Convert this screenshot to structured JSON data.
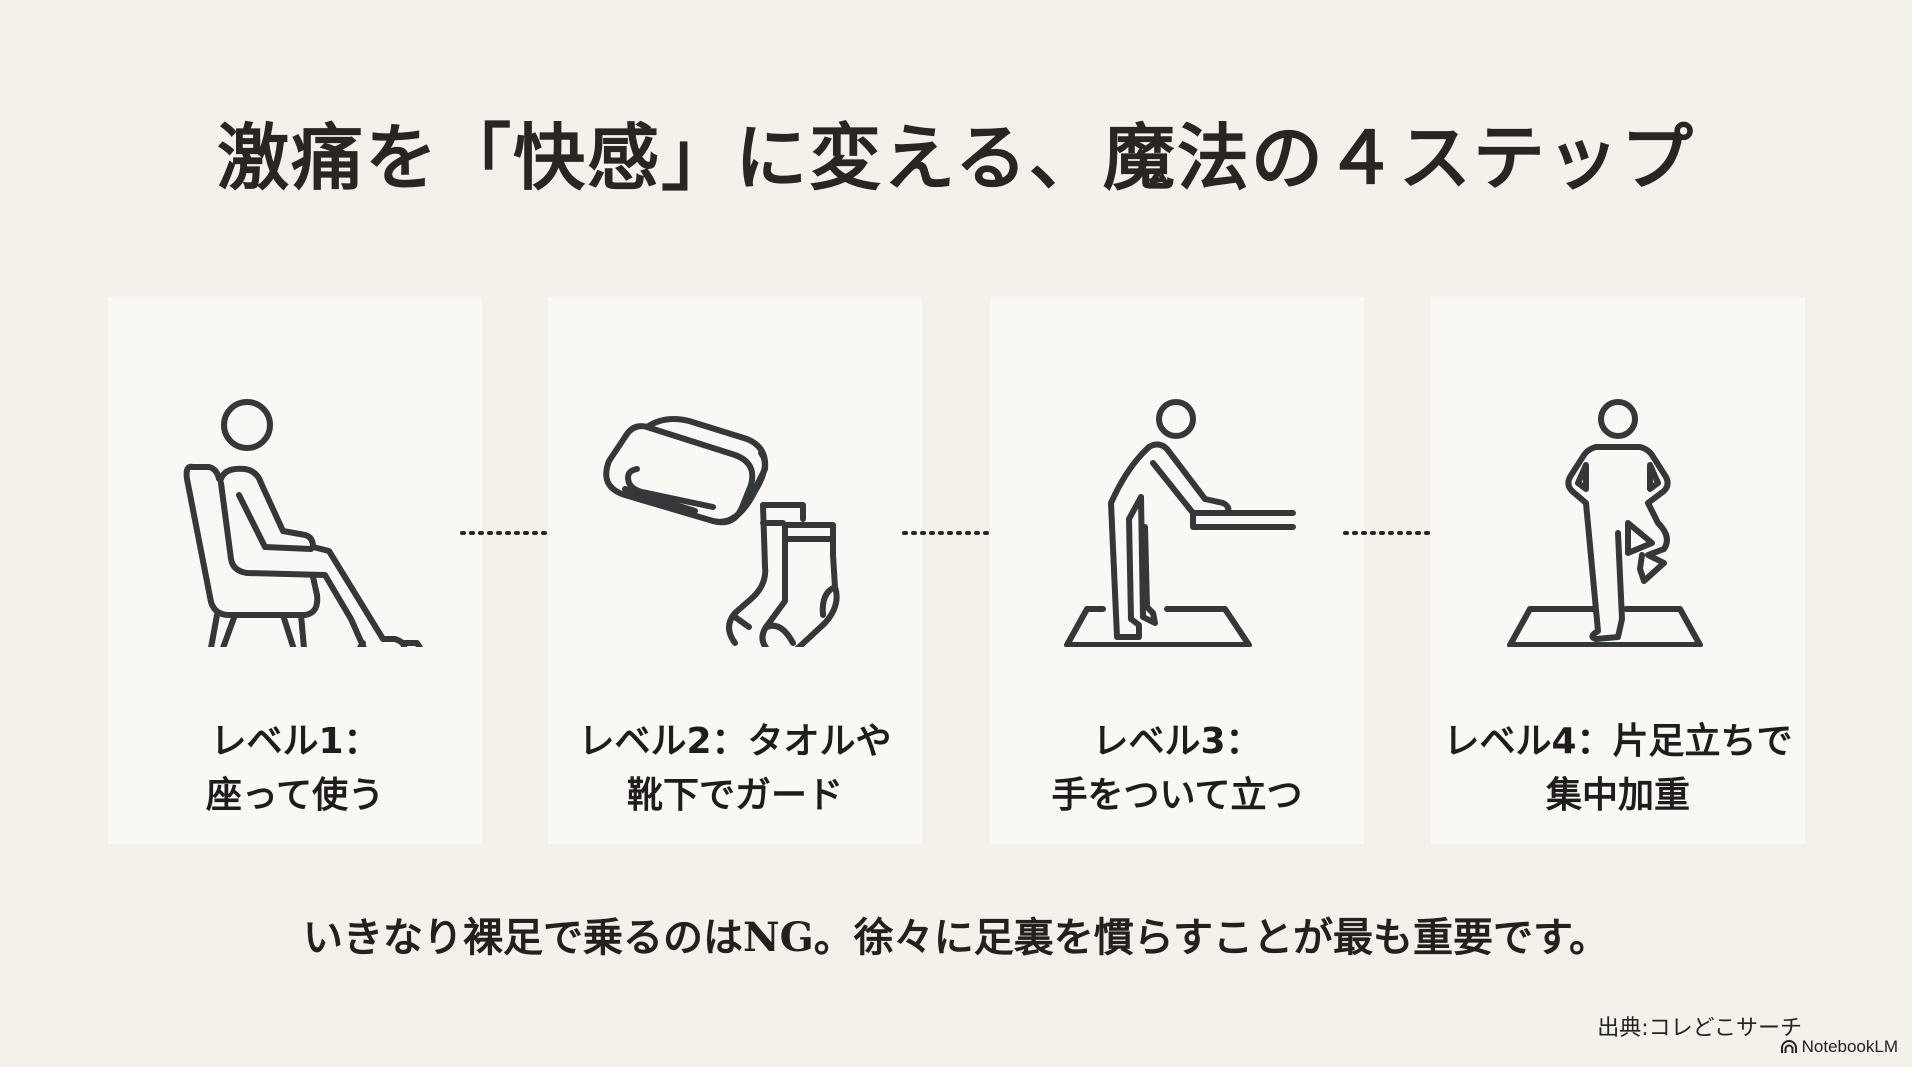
{
  "slide": {
    "title": "激痛を「快感」に変える、魔法の４ステップ",
    "background_color": "#f4f0ea",
    "card_color": "#faf8f5",
    "text_color": "#2a2523",
    "icon_color": "#353739"
  },
  "steps": [
    {
      "level": "レベル1：",
      "description": "座って使う",
      "icon": "seated-person-chair-icon"
    },
    {
      "level": "レベル2：タオルや",
      "description": "靴下でガード",
      "icon": "towel-and-socks-icon"
    },
    {
      "level": "レベル3：",
      "description": "手をついて立つ",
      "icon": "standing-person-holding-table-icon"
    },
    {
      "level": "レベル4：片足立ちで",
      "description": "集中加重",
      "icon": "one-leg-standing-person-icon"
    }
  ],
  "arrows": [
    "dotted-arrow-right-icon",
    "dotted-arrow-right-icon",
    "dotted-arrow-right-icon"
  ],
  "caption": "いきなり裸足で乗るのはNG。徐々に足裏を慣らすことが最も重要です。",
  "footer": {
    "source": "出典:コレどこサーチ",
    "brand": "NotebookLM"
  }
}
